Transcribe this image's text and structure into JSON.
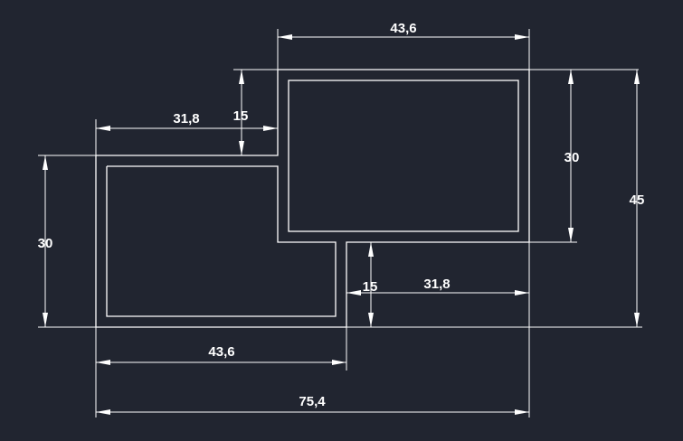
{
  "drawing": {
    "dimensions": {
      "top_width": "43,6",
      "upper_left_width": "31,8",
      "upper_offset": "15",
      "left_height": "30",
      "right_height": "30",
      "total_height": "45",
      "lower_offset": "15",
      "lower_right_width": "31,8",
      "bottom_width": "43,6",
      "overall_width": "75,4"
    }
  }
}
